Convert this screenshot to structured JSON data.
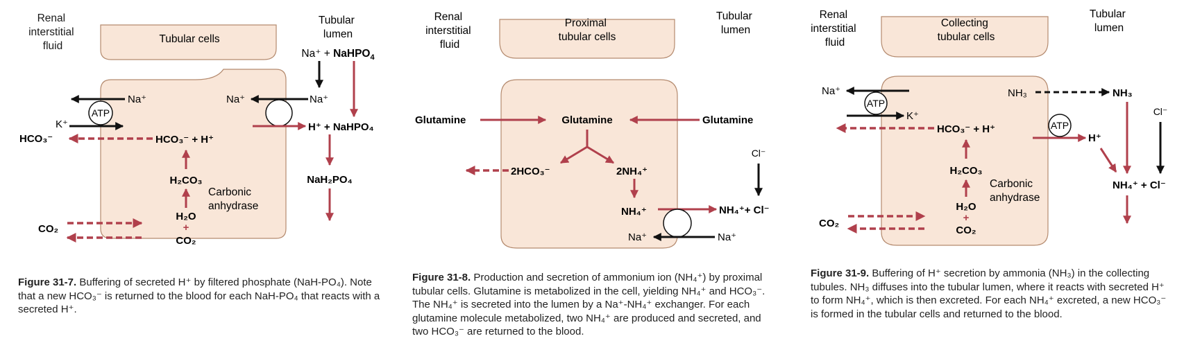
{
  "colors": {
    "cell_fill": "#f9e6d8",
    "cell_stroke": "#b48a6e",
    "red": "#b0404c",
    "black": "#111111"
  },
  "fig7": {
    "renal_label": [
      "Renal",
      "interstitial",
      "fluid"
    ],
    "cells_label": "Tubular cells",
    "lumen_label": [
      "Tubular",
      "lumen"
    ],
    "lumen_top_na": "Na⁺ + ",
    "lumen_top_nahpo4": "NaHPO",
    "lumen_top_nahpo4_sub": "4",
    "atp": "ATP",
    "na_left": "Na⁺",
    "k_left": "K⁺",
    "hco3_left": "HCO₃⁻",
    "na_cell": "Na⁺",
    "na_lumen": "Na⁺",
    "hco3_h": "HCO₃⁻ + H⁺",
    "h_nahpo4": "H⁺ + NaHPO₄",
    "h2co3": "H₂CO₃",
    "carbonic": [
      "Carbonic",
      "anhydrase"
    ],
    "h2o": "H₂O",
    "plus": "+",
    "co2_cell": "CO₂",
    "co2_left": "CO₂",
    "nah2po4": "NaH₂PO₄",
    "caption_label": "Figure 31-7.",
    "caption_text": " Buffering of secreted H⁺ by filtered phosphate (NaH-PO₄). Note that a new HCO₃⁻ is returned to the blood for each NaH-PO₄ that reacts with a secreted H⁺."
  },
  "fig8": {
    "renal_label": [
      "Renal",
      "interstitial",
      "fluid"
    ],
    "cells_label": [
      "Proximal",
      "tubular cells"
    ],
    "lumen_label": [
      "Tubular",
      "lumen"
    ],
    "glutamine_left": "Glutamine",
    "glutamine_cell": "Glutamine",
    "glutamine_right": "Glutamine",
    "hco3_2": "2HCO₃⁻",
    "nh4_2": "2NH₄⁺",
    "nh4_cell": "NH₄⁺",
    "nh4_cl": "NH₄⁺+ Cl⁻",
    "cl": "Cl⁻",
    "na_cell": "Na⁺",
    "na_lumen": "Na⁺",
    "caption_label": "Figure 31-8.",
    "caption_text": " Production and secretion of ammonium ion (NH₄⁺) by proximal tubular cells. Glutamine is metabolized in the cell, yielding NH₄⁺ and HCO₃⁻. The NH₄⁺ is secreted into the lumen by a Na⁺-NH₄⁺ exchanger. For each glutamine molecule metabolized, two NH₄⁺ are produced and secreted, and two HCO₃⁻ are returned to the blood."
  },
  "fig9": {
    "renal_label": [
      "Renal",
      "interstitial",
      "fluid"
    ],
    "cells_label": [
      "Collecting",
      "tubular cells"
    ],
    "lumen_label": [
      "Tubular",
      "lumen"
    ],
    "na": "Na⁺",
    "atp_left": "ATP",
    "k": "K⁺",
    "nh3_cell": "NH₃",
    "nh3_lumen": "NH₃",
    "cl": "Cl⁻",
    "hco3_h": "HCO₃⁻ + H⁺",
    "atp_right": "ATP",
    "h": "H⁺",
    "h2co3": "H₂CO₃",
    "carbonic": [
      "Carbonic",
      "anhydrase"
    ],
    "h2o": "H₂O",
    "plus": "+",
    "co2_cell": "CO₂",
    "co2_left": "CO₂",
    "nh4_cl": "NH₄⁺ + Cl⁻",
    "caption_label": "Figure 31-9.",
    "caption_text": " Buffering of H⁺ secretion by ammonia (NH₃) in the collecting tubules. NH₃ diffuses into the tubular lumen, where it reacts with secreted H⁺ to form NH₄⁺, which is then excreted. For each NH₄⁺ excreted, a new HCO₃⁻ is formed in the tubular cells and returned to the blood."
  }
}
